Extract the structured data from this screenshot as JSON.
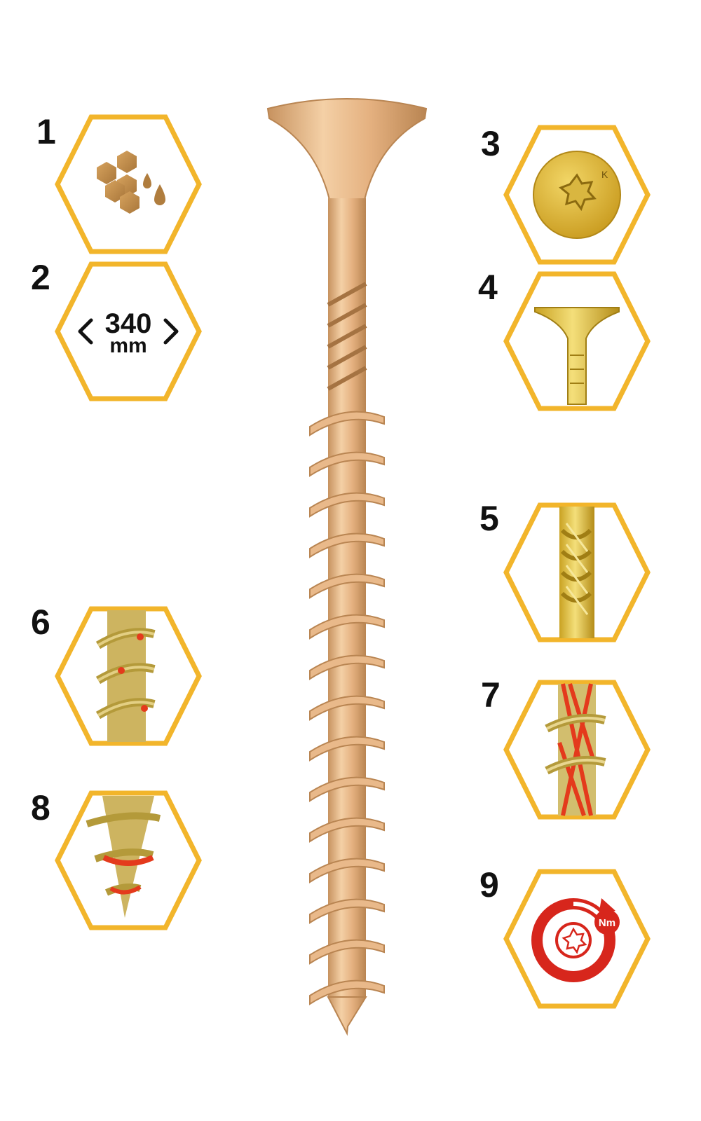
{
  "colors": {
    "hex_border": "#f2b52b",
    "screw_body": "#e9b98a",
    "screw_shade": "#c7925f",
    "brass": "#d9b640",
    "red": "#e43a1c"
  },
  "features": [
    {
      "number": "1",
      "icon": "honeycomb-drops-icon"
    },
    {
      "number": "2",
      "icon": "length-icon",
      "length_value": "340",
      "length_unit": "mm"
    },
    {
      "number": "3",
      "icon": "torx-head-icon"
    },
    {
      "number": "4",
      "icon": "countersunk-head-icon"
    },
    {
      "number": "5",
      "icon": "milling-ribs-icon"
    },
    {
      "number": "6",
      "icon": "thread-icon"
    },
    {
      "number": "7",
      "icon": "coated-thread-icon"
    },
    {
      "number": "8",
      "icon": "screw-tip-icon"
    },
    {
      "number": "9",
      "icon": "torque-nm-icon",
      "torque_label": "Nm"
    }
  ]
}
